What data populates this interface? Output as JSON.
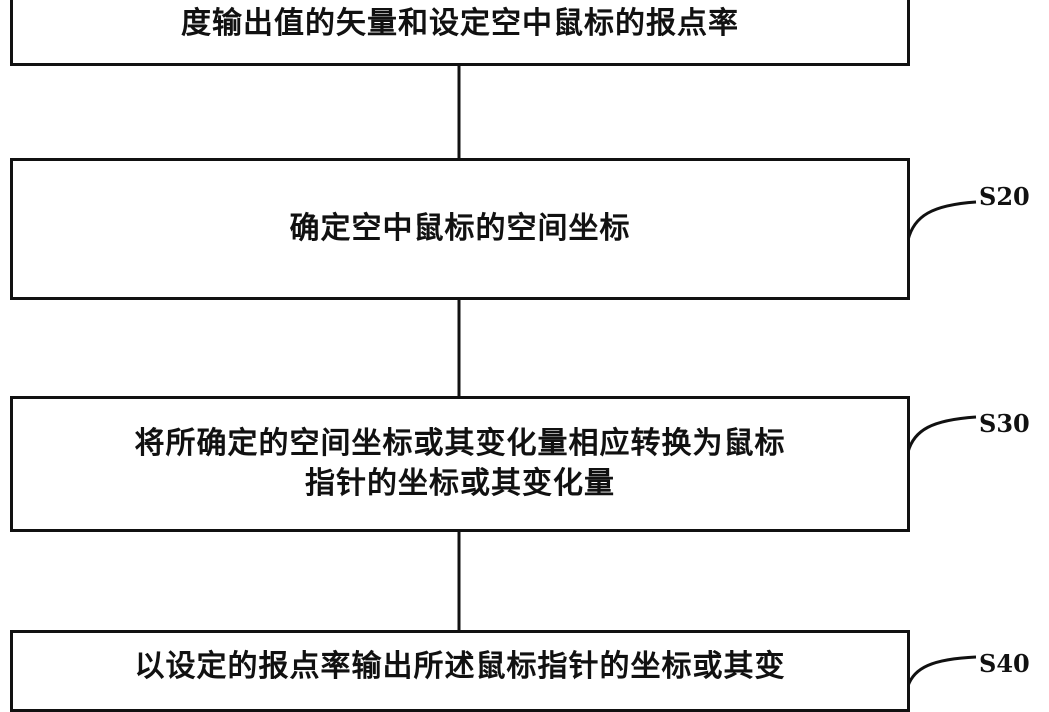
{
  "diagram": {
    "steps": [
      {
        "text": "度输出值的矢量和设定空中鼠标的报点率",
        "label": ""
      },
      {
        "text": "确定空中鼠标的空间坐标",
        "label": "S20"
      },
      {
        "text": "将所确定的空间坐标或其变化量相应转换为鼠标\n指针的坐标或其变化量",
        "label": "S30"
      },
      {
        "text": "以设定的报点率输出所述鼠标指针的坐标或其变",
        "label": "S40"
      }
    ],
    "colors": {
      "stroke": "#111111",
      "background": "#ffffff"
    }
  }
}
